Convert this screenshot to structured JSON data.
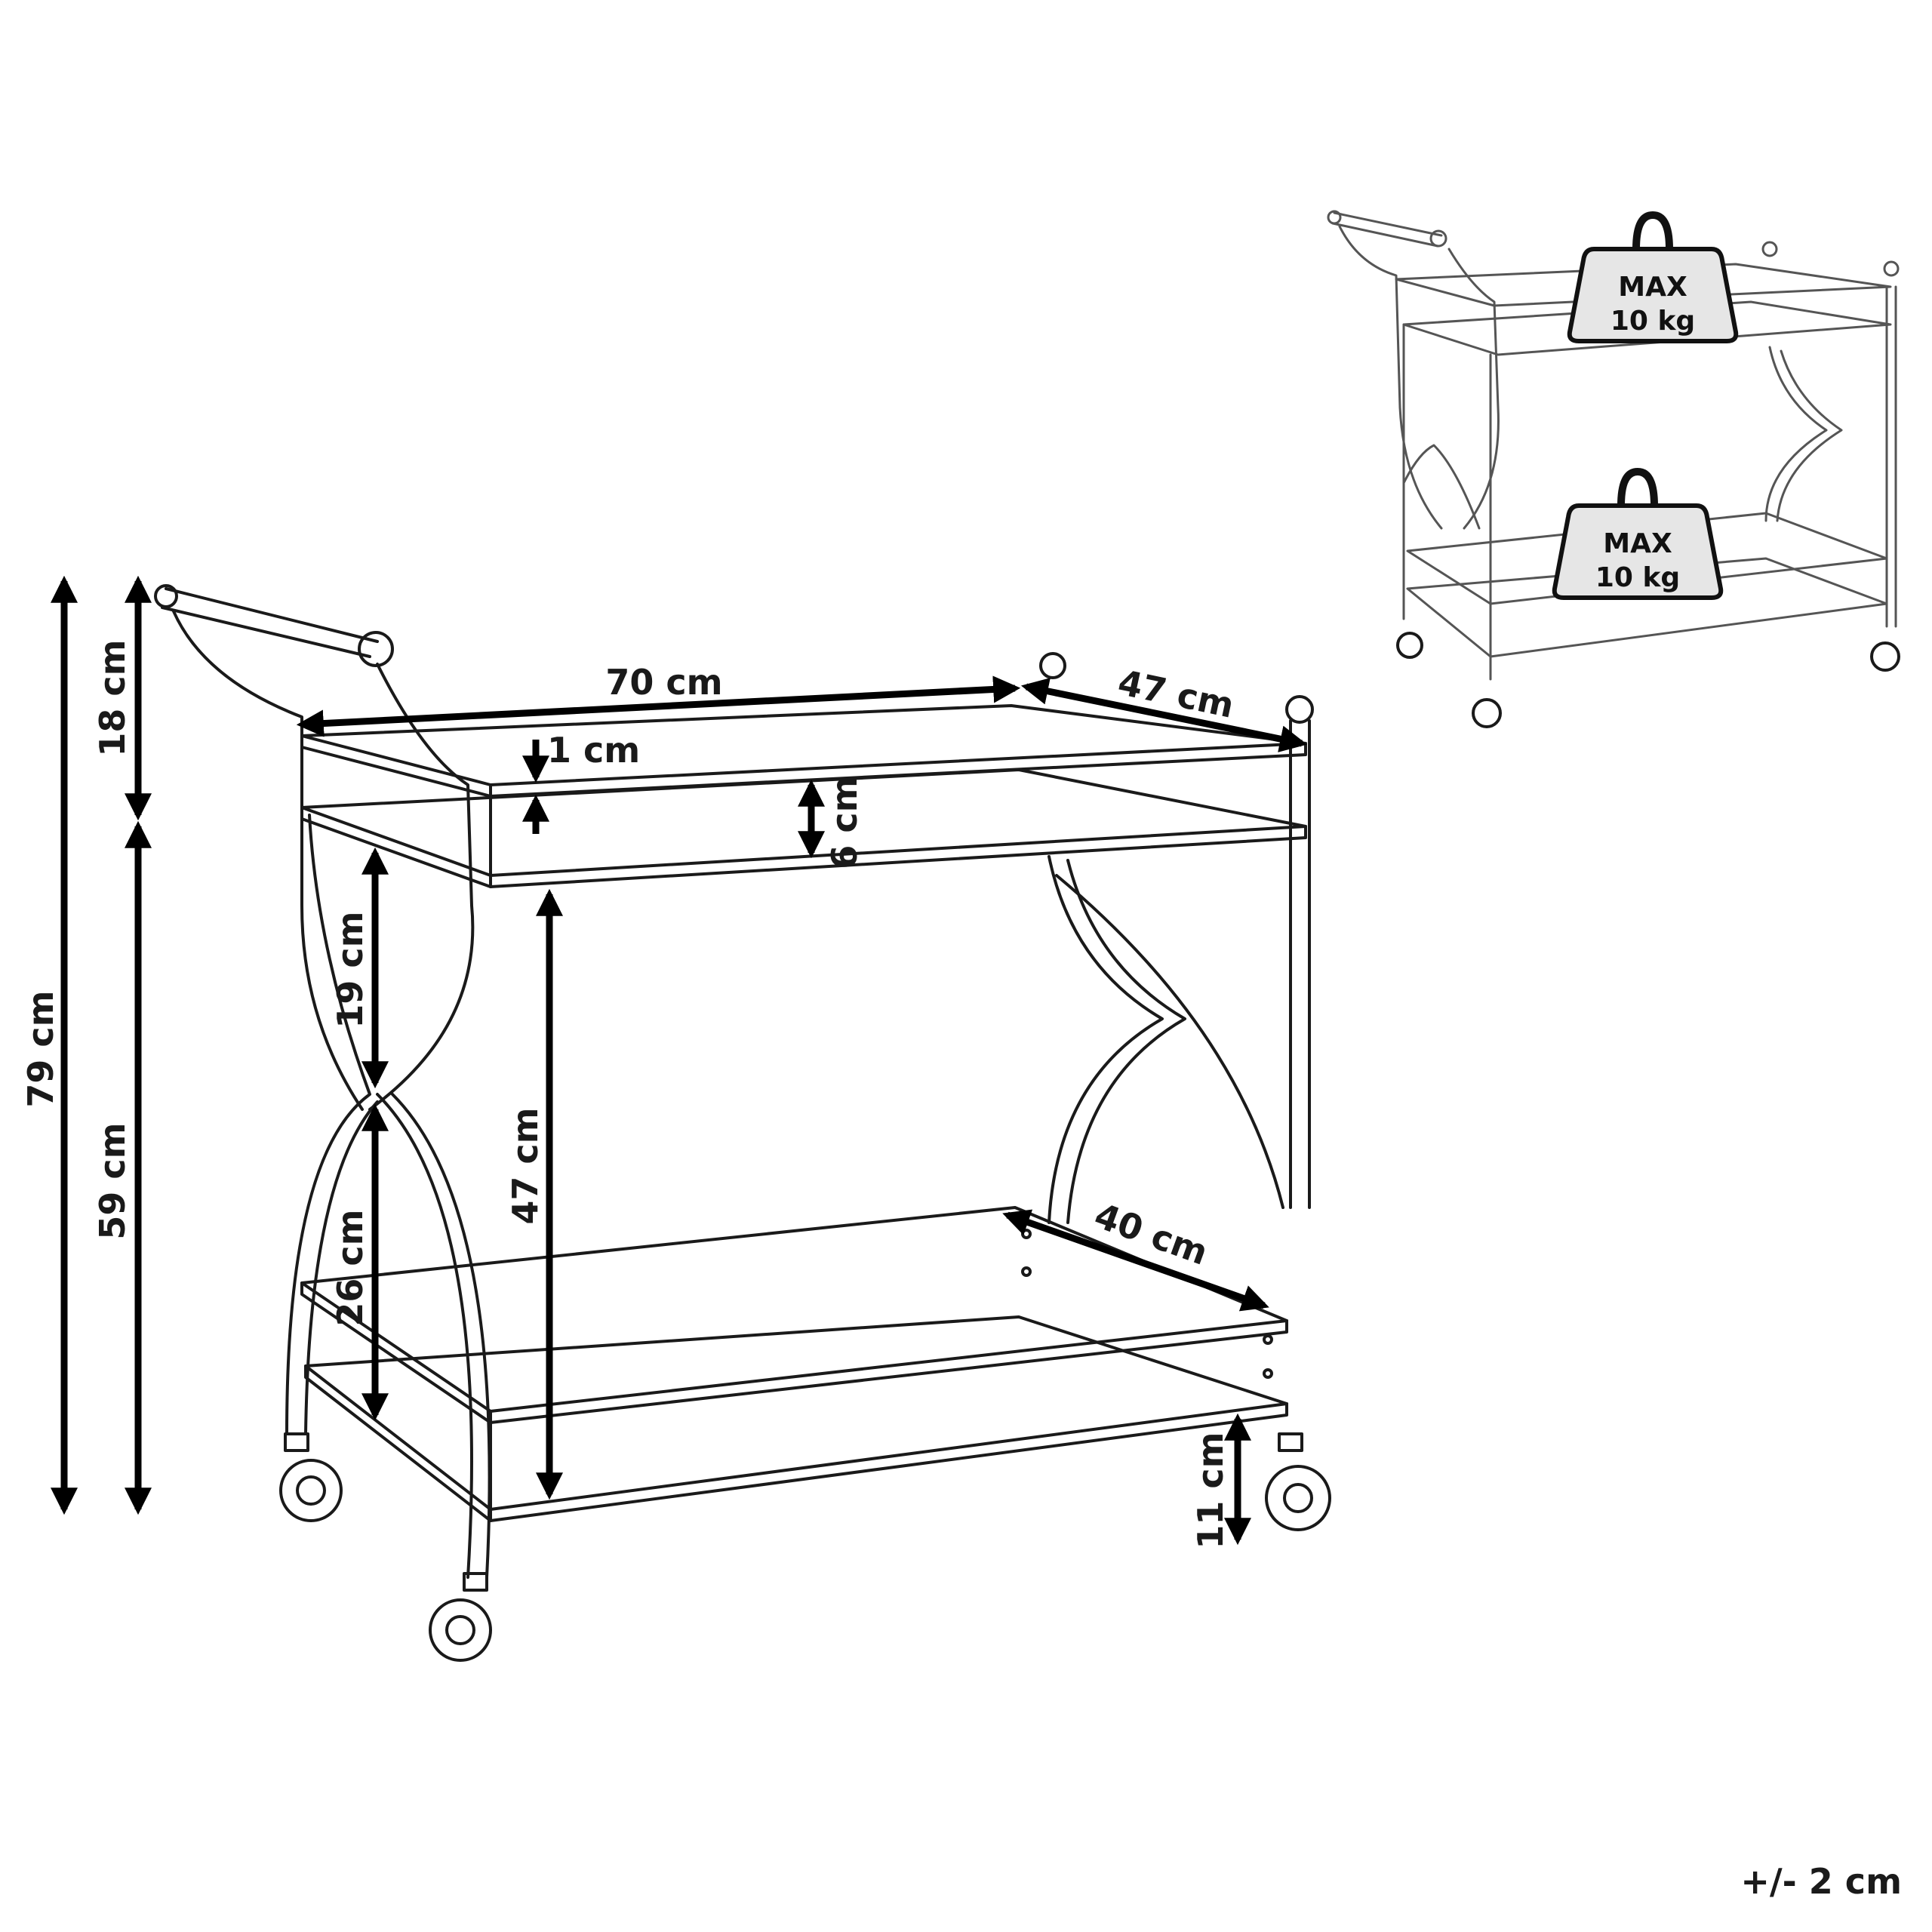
{
  "dimensions": {
    "total_height": "79 cm",
    "handle_height": "18 cm",
    "body_height": "59 cm",
    "upper_leg": "19 cm",
    "lower_leg": "26 cm",
    "shelf_gap": "47 cm",
    "top_depth": "47 cm",
    "width": "70 cm",
    "rim_thickness": "1 cm",
    "rim_height": "6 cm",
    "bottom_depth": "40 cm",
    "wheel_height": "11 cm"
  },
  "load_labels": {
    "top": {
      "line1": "MAX",
      "line2": "10 kg"
    },
    "bottom": {
      "line1": "MAX",
      "line2": "10 kg"
    }
  },
  "tolerance": "+/- 2 cm"
}
